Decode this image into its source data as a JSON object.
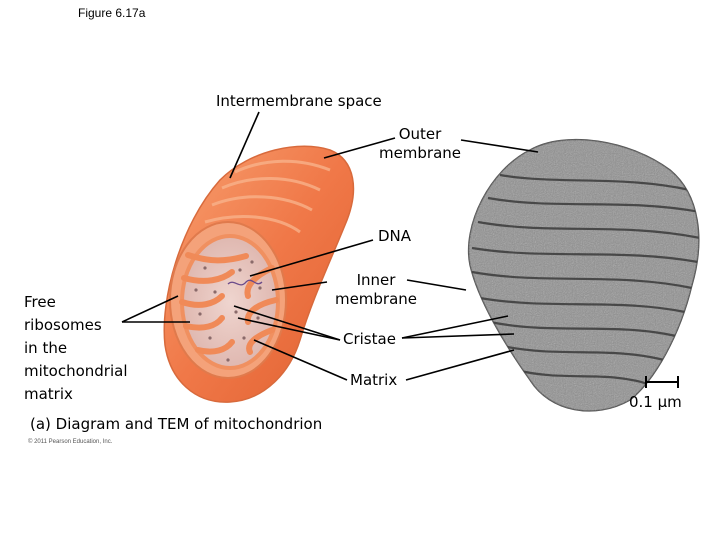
{
  "figure_number": "Figure 6.17a",
  "labels": {
    "intermembrane_space": "Intermembrane space",
    "outer_membrane": [
      "Outer",
      "membrane"
    ],
    "dna": "DNA",
    "inner_membrane": [
      "Inner",
      "membrane"
    ],
    "free_ribosomes": [
      "Free",
      "ribosomes",
      "in the",
      "mitochondrial",
      "matrix"
    ],
    "cristae": "Cristae",
    "matrix": "Matrix",
    "scale_bar": "0.1 μm"
  },
  "caption": "(a) Diagram and TEM of mitochondrion",
  "copyright": "© 2011 Pearson Education, Inc.",
  "colors": {
    "outer_membrane": "#f07848",
    "inner_membrane": "#f5a070",
    "matrix": "#e9c7c0",
    "tem_fill": "#8e8e8e",
    "leader_lines": "#000000"
  }
}
